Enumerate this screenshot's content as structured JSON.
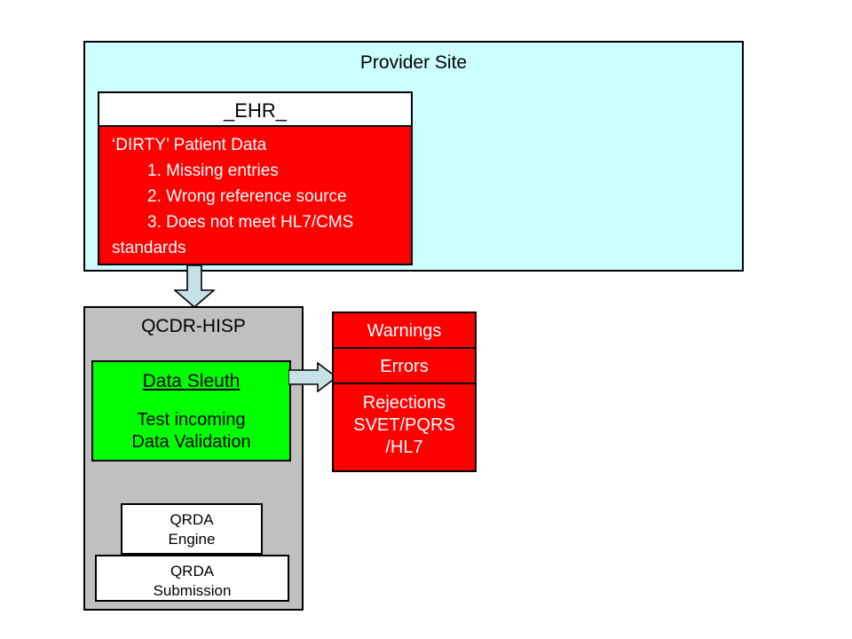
{
  "diagram": {
    "provider_site": {
      "title": "Provider Site",
      "ehr": {
        "label": "_EHR_"
      },
      "dirty_data": {
        "heading": "‘DIRTY’ Patient Data",
        "items": [
          "1. Missing entries",
          "2. Wrong reference source",
          "3. Does not meet HL7/CMS",
          "standards"
        ]
      }
    },
    "qcdr_hisp": {
      "title": "QCDR-HISP",
      "data_sleuth": {
        "title": "Data Sleuth",
        "subtitle_line1": "Test incoming",
        "subtitle_line2": "Data Validation"
      },
      "qrda_engine": {
        "line1": "QRDA",
        "line2": "Engine"
      },
      "qrda_submission": {
        "line1": "QRDA",
        "line2": "Submission"
      }
    },
    "messages": {
      "warnings": "Warnings",
      "errors": "Errors",
      "rejections_line1": "Rejections",
      "rejections_line2": "SVET/PQRS",
      "rejections_line3": "/HL7"
    },
    "arrows": {
      "ehr_to_hisp": "down-arrow",
      "sleuth_to_messages": "right-arrow"
    },
    "colors": {
      "provider_site_bg": "#ccffff",
      "dirty_bg": "#ff0000",
      "hisp_bg": "#c0c0c0",
      "sleuth_bg": "#00ff00",
      "messages_bg": "#ff0000",
      "arrow_fill": "#c5e2e8",
      "outline": "#000000",
      "white_box_bg": "#ffffff"
    }
  }
}
